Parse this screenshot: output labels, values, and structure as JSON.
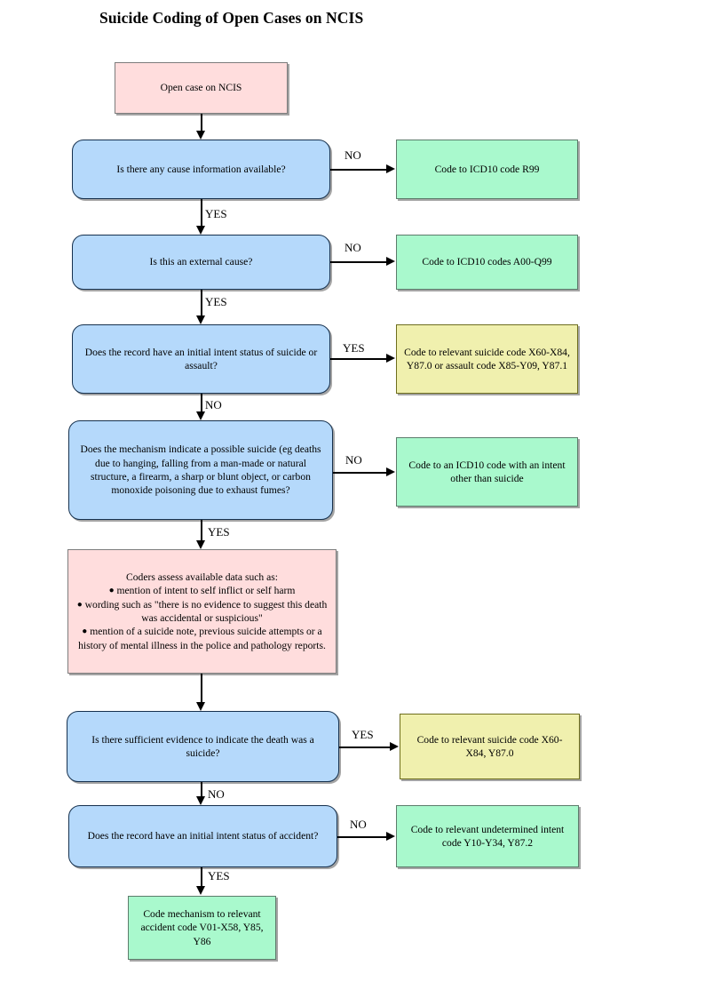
{
  "title": "Suicide Coding of Open Cases on NCIS",
  "colors": {
    "start_fill": "#ffdddd",
    "decision_fill": "#b5d9fb",
    "terminal_fill": "#a9f9cd",
    "suicide_code_fill": "#f0f0ae",
    "line": "#000000"
  },
  "nodes": {
    "start": {
      "text": "Open case on NCIS"
    },
    "d1": {
      "text": "Is there any cause information available?"
    },
    "d1_no": {
      "text": "Code to ICD10 code R99"
    },
    "d2": {
      "text": "Is this an external cause?"
    },
    "d2_no": {
      "text": "Code to ICD10 codes A00-Q99"
    },
    "d3": {
      "text": "Does the record have an initial intent status of suicide or assault?"
    },
    "d3_yes": {
      "text": "Code to relevant suicide code X60-X84, Y87.0 or assault code X85-Y09, Y87.1"
    },
    "d4": {
      "text": "Does the mechanism indicate a possible suicide (eg deaths due to hanging, falling from a man-made or natural structure, a firearm, a sharp or blunt object, or carbon monoxide poisoning due to exhaust fumes?"
    },
    "d4_no": {
      "text": "Code to an ICD10 code with an intent other than suicide"
    },
    "assess": {
      "header": "Coders assess available data such as:",
      "bullets": [
        "mention of intent to self inflict or self harm",
        "wording such as \"there is no evidence to suggest this death was accidental or suspicious\"",
        "mention of a suicide note, previous suicide attempts or a history of mental illness in the police and pathology reports."
      ]
    },
    "d5": {
      "text": "Is there sufficient evidence to indicate the death was a suicide?"
    },
    "d5_yes": {
      "text": "Code to relevant suicide code X60-X84, Y87.0"
    },
    "d6": {
      "text": "Does the record have an initial intent status of accident?"
    },
    "d6_no": {
      "text": "Code to relevant undetermined intent code Y10-Y34, Y87.2"
    },
    "d6_yes": {
      "text": "Code mechanism to relevant accident code V01-X58, Y85, Y86"
    }
  },
  "edge_labels": {
    "d1_no": "NO",
    "d1_yes": "YES",
    "d2_no": "NO",
    "d2_yes": "YES",
    "d3_yes": "YES",
    "d3_no": "NO",
    "d4_no": "NO",
    "d4_yes": "YES",
    "d5_yes": "YES",
    "d5_no": "NO",
    "d6_no": "NO",
    "d6_yes": "YES"
  }
}
